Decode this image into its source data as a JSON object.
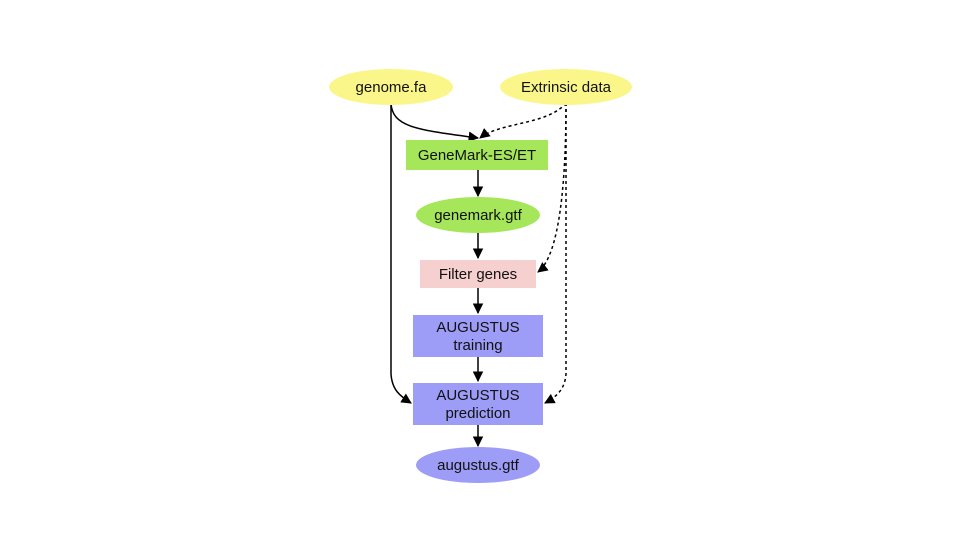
{
  "colors": {
    "input": "#fbf68a",
    "genemark": "#a6e65a",
    "filter": "#f6cfcf",
    "augustus": "#9d9df7",
    "edge": "#000000"
  },
  "nodes": {
    "genome": "genome.fa",
    "extrinsic": "Extrinsic data",
    "genemark_tool": "GeneMark-ES/ET",
    "genemark_out": "genemark.gtf",
    "filter": "Filter genes",
    "training_1": "AUGUSTUS",
    "training_2": "training",
    "prediction_1": "AUGUSTUS",
    "prediction_2": "prediction",
    "augustus_out": "augustus.gtf"
  },
  "edges": [
    {
      "from": "genome.fa",
      "to": "GeneMark-ES/ET",
      "style": "solid"
    },
    {
      "from": "Extrinsic data",
      "to": "GeneMark-ES/ET",
      "style": "dashed"
    },
    {
      "from": "GeneMark-ES/ET",
      "to": "genemark.gtf",
      "style": "solid"
    },
    {
      "from": "genemark.gtf",
      "to": "Filter genes",
      "style": "solid"
    },
    {
      "from": "Extrinsic data",
      "to": "Filter genes",
      "style": "dashed"
    },
    {
      "from": "Filter genes",
      "to": "AUGUSTUS training",
      "style": "solid"
    },
    {
      "from": "AUGUSTUS training",
      "to": "AUGUSTUS prediction",
      "style": "solid"
    },
    {
      "from": "genome.fa",
      "to": "AUGUSTUS prediction",
      "style": "solid"
    },
    {
      "from": "Extrinsic data",
      "to": "AUGUSTUS prediction",
      "style": "dashed"
    },
    {
      "from": "AUGUSTUS prediction",
      "to": "augustus.gtf",
      "style": "solid"
    }
  ]
}
